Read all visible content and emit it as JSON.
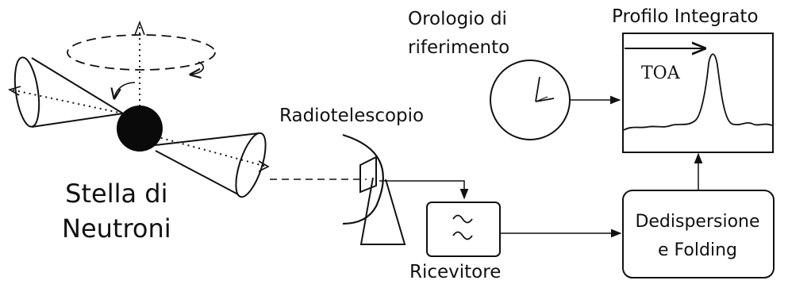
{
  "labels": {
    "clock_line1": "Orologio di",
    "clock_line2": "riferimento",
    "profile_title": "Profilo Integrato",
    "radiotelescope": "Radiotelescopio",
    "star_line1": "Stella di",
    "star_line2": "Neutroni",
    "receiver": "Ricevitore",
    "dedispersion_line1": "Dedispersione",
    "dedispersion_line2": "e Folding",
    "toa": "TOA"
  }
}
